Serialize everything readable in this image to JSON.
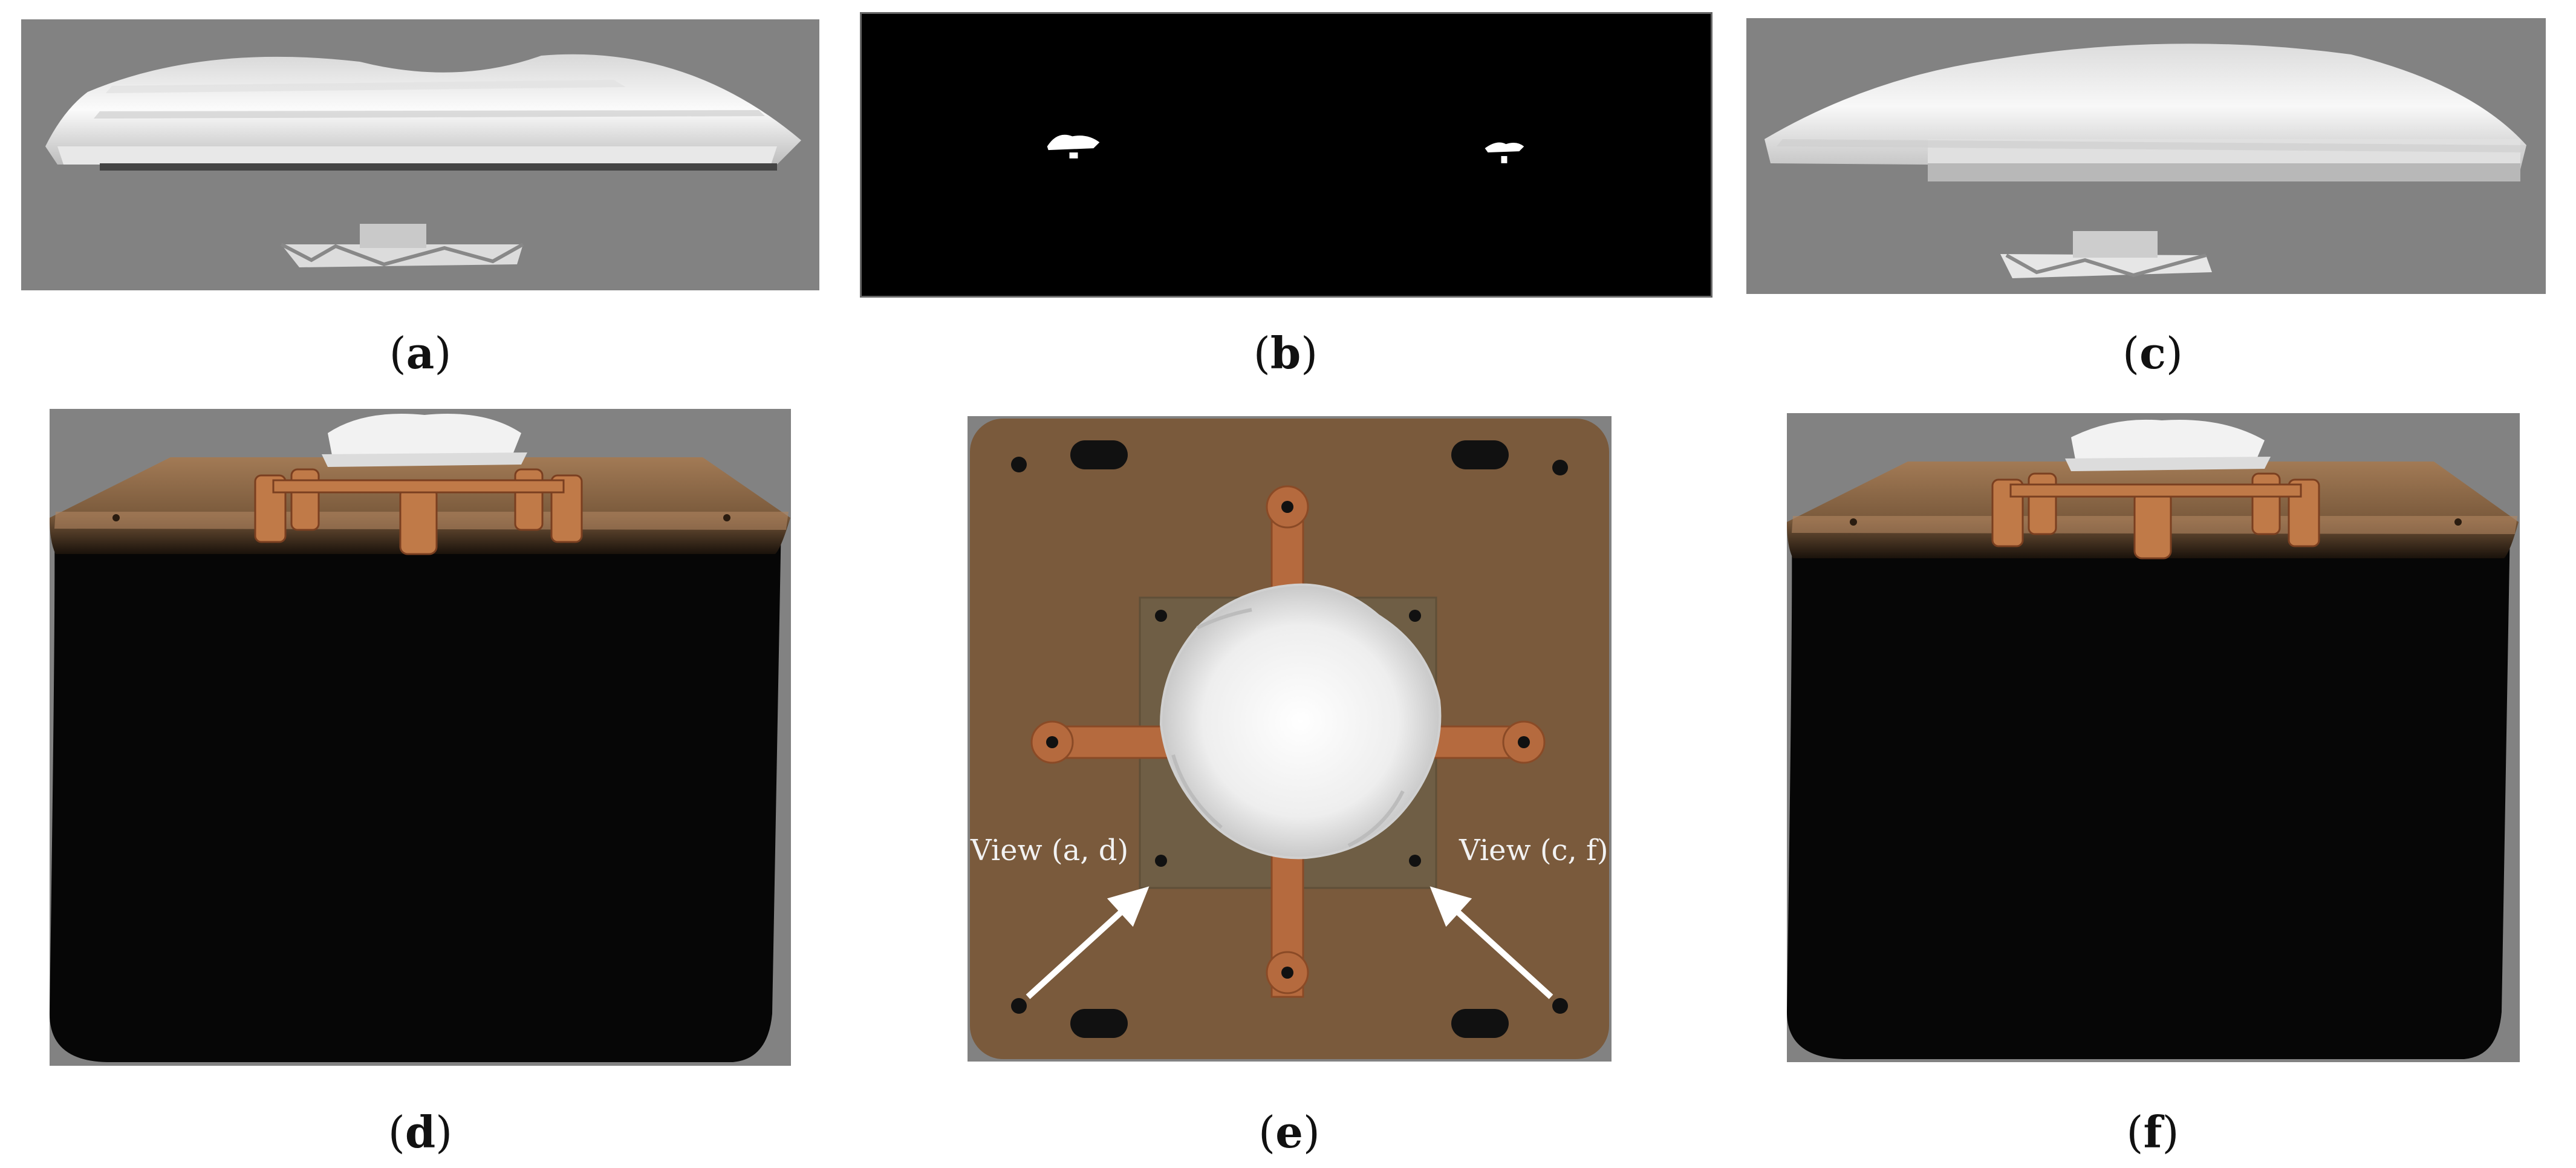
{
  "figure": {
    "subfigures": [
      {
        "key": "a",
        "caption_open": "(",
        "caption_letter": "a",
        "caption_close": ")"
      },
      {
        "key": "b",
        "caption_open": "(",
        "caption_letter": "b",
        "caption_close": ")"
      },
      {
        "key": "c",
        "caption_open": "(",
        "caption_letter": "c",
        "caption_close": ")"
      },
      {
        "key": "d",
        "caption_open": "(",
        "caption_letter": "d",
        "caption_close": ")"
      },
      {
        "key": "e",
        "caption_open": "(",
        "caption_letter": "e",
        "caption_close": ")"
      },
      {
        "key": "f",
        "caption_open": "(",
        "caption_letter": "f",
        "caption_close": ")"
      }
    ],
    "annotations": {
      "view_left": "View (a, d)",
      "view_right": "View (c, f)"
    },
    "colors": {
      "render_background": "#828282",
      "mask_background": "#000000",
      "mask_foreground": "#ffffff",
      "base_plate": "#7a5a3c",
      "copper_arms": "#b56a3e",
      "enclosure": "#060606",
      "snow_white": "#f2f2f2",
      "arrow": "#ffffff"
    }
  }
}
